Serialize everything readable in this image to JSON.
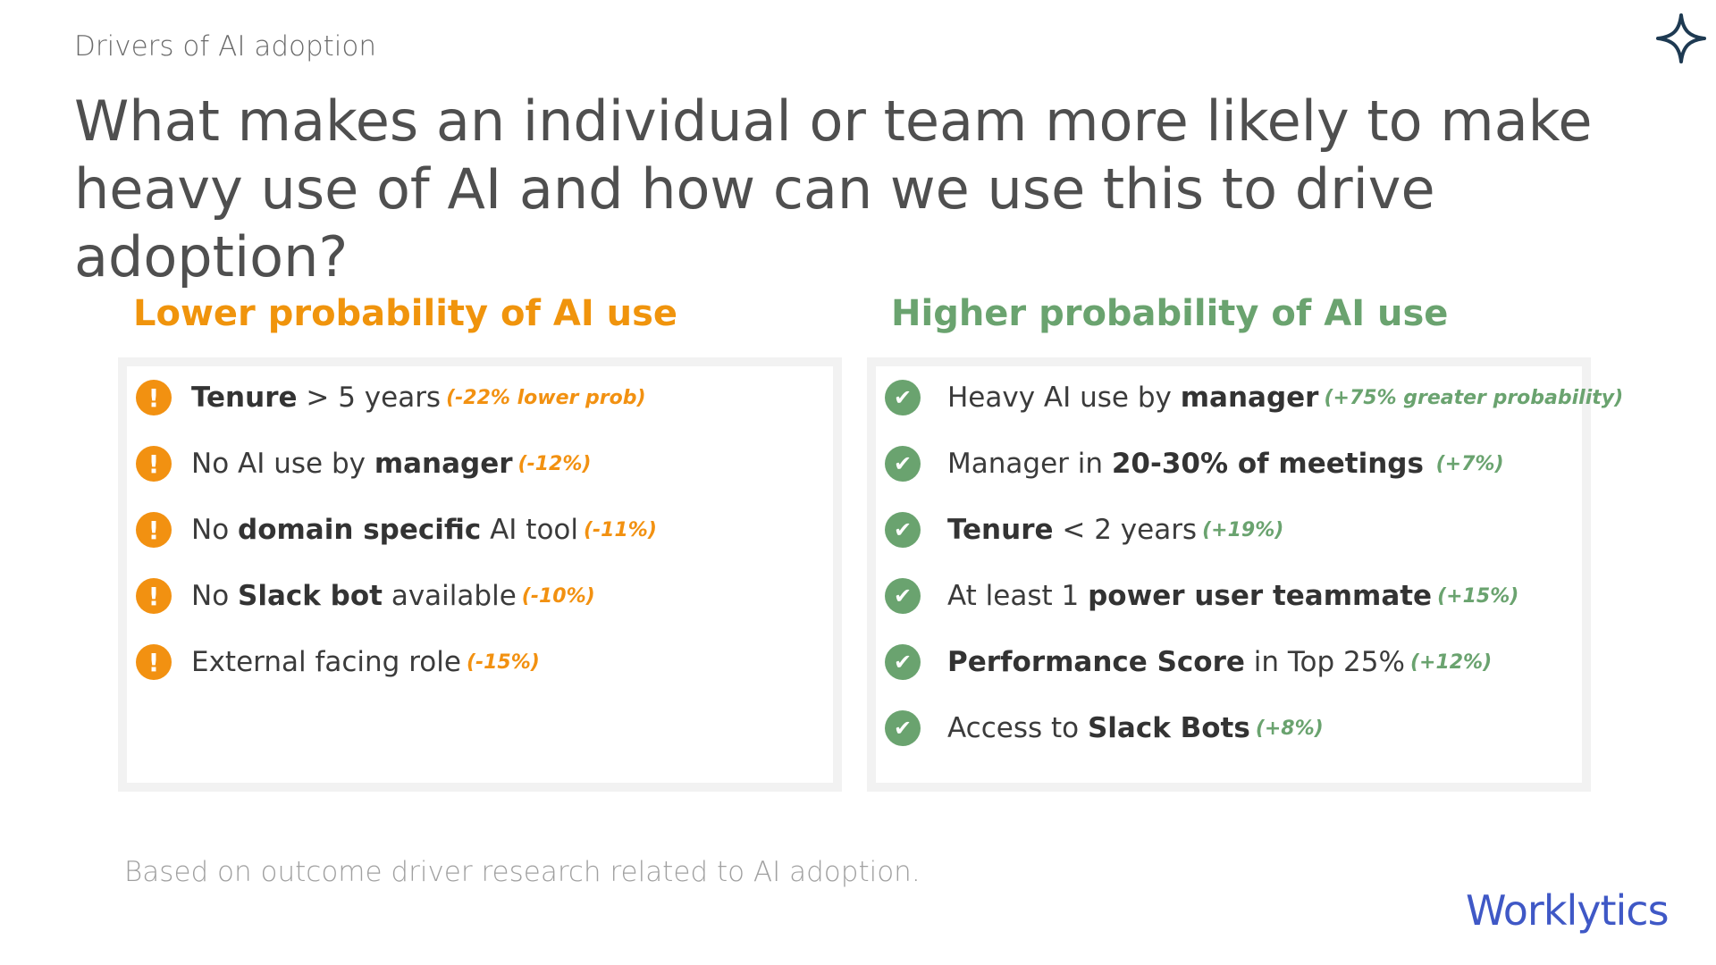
{
  "eyebrow": "Drivers of AI adoption",
  "headline": "What makes an individual or team more likely to make heavy use of AI and how can we use this to drive adoption?",
  "colors": {
    "lower_accent": "#f0940c",
    "higher_accent": "#6aa36f",
    "headline": "#4f4f4f",
    "logo": "#3f58c6",
    "star": "#1e3a52"
  },
  "lower": {
    "heading": "Lower probability of AI use",
    "icon": "exclamation-icon",
    "items": [
      {
        "parts": [
          {
            "t": "Tenure",
            "b": true
          },
          {
            "t": " > 5 years",
            "b": false
          }
        ],
        "delta": "(-22% lower prob)"
      },
      {
        "parts": [
          {
            "t": "No AI use by ",
            "b": false
          },
          {
            "t": "manager",
            "b": true
          }
        ],
        "delta": "(-12%)"
      },
      {
        "parts": [
          {
            "t": "No ",
            "b": false
          },
          {
            "t": "domain specific",
            "b": true
          },
          {
            "t": " AI tool",
            "b": false
          }
        ],
        "delta": "(-11%)"
      },
      {
        "parts": [
          {
            "t": "No ",
            "b": false
          },
          {
            "t": "Slack bot",
            "b": true
          },
          {
            "t": " available",
            "b": false
          }
        ],
        "delta": "(-10%)"
      },
      {
        "parts": [
          {
            "t": "External facing role",
            "b": false
          }
        ],
        "delta": "(-15%)"
      }
    ]
  },
  "higher": {
    "heading": "Higher probability of AI use",
    "icon": "checkmark-icon",
    "items": [
      {
        "parts": [
          {
            "t": "Heavy AI use by ",
            "b": false
          },
          {
            "t": "manager",
            "b": true
          }
        ],
        "delta": "(+75% greater probability)"
      },
      {
        "parts": [
          {
            "t": "Manager in ",
            "b": false
          },
          {
            "t": "20-30% of meetings",
            "b": true
          }
        ],
        "delta": " (+7%)"
      },
      {
        "parts": [
          {
            "t": "Tenure",
            "b": true
          },
          {
            "t": " < 2 years",
            "b": false
          }
        ],
        "delta": "(+19%)"
      },
      {
        "parts": [
          {
            "t": "At least 1 ",
            "b": false
          },
          {
            "t": "power user teammate",
            "b": true
          }
        ],
        "delta": "(+15%)"
      },
      {
        "parts": [
          {
            "t": "Performance Score",
            "b": true
          },
          {
            "t": " in Top 25%",
            "b": false
          }
        ],
        "delta": "(+12%)"
      },
      {
        "parts": [
          {
            "t": "Access to ",
            "b": false
          },
          {
            "t": "Slack Bots",
            "b": true
          }
        ],
        "delta": "(+8%)"
      }
    ]
  },
  "footnote": "Based on outcome driver research related to AI adoption.",
  "logo": "Worklytics"
}
